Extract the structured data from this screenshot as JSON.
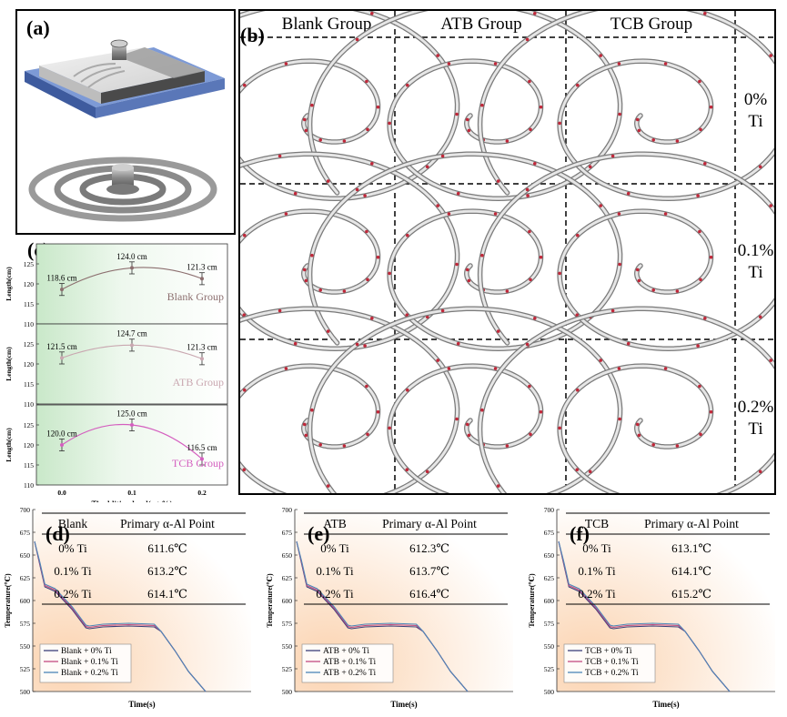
{
  "panels": {
    "a": {
      "label": "(a)"
    },
    "b": {
      "label": "(b)",
      "columns": [
        "Blank Group",
        "ATB Group",
        "TCB Group"
      ],
      "rows": [
        {
          "line1": "0%",
          "line2": "Ti"
        },
        {
          "line1": "0.1%",
          "line2": "Ti"
        },
        {
          "line1": "0.2%",
          "line2": "Ti"
        }
      ]
    },
    "c": {
      "label": "(c)"
    },
    "d": {
      "label": "(d)"
    },
    "e": {
      "label": "(e)"
    },
    "f": {
      "label": "(f)"
    }
  },
  "chart_data": [
    {
      "id": "c",
      "type": "line",
      "xlabel": "Ti addition level(wt.%)",
      "ylabel": "Length(cm)",
      "x": [
        0.0,
        0.1,
        0.2
      ],
      "x_tick_labels": [
        "0.0",
        "0.1",
        "0.2"
      ],
      "ylim": [
        110,
        130
      ],
      "y_ticks": [
        110,
        115,
        120,
        125
      ],
      "subplots": [
        {
          "name": "Blank Group",
          "color": "#8c6f6f",
          "values": [
            118.6,
            124.0,
            121.3
          ],
          "errors": [
            1.5,
            1.5,
            1.5
          ],
          "labels": [
            "118.6 cm",
            "124.0 cm",
            "121.3 cm"
          ]
        },
        {
          "name": "ATB Group",
          "color": "#c9a7b0",
          "values": [
            121.5,
            124.7,
            121.3
          ],
          "errors": [
            1.5,
            1.5,
            1.5
          ],
          "labels": [
            "121.5 cm",
            "124.7 cm",
            "121.3 cm"
          ]
        },
        {
          "name": "TCB Group",
          "color": "#d45fbf",
          "values": [
            120.0,
            125.0,
            116.5
          ],
          "errors": [
            1.5,
            1.5,
            1.5
          ],
          "labels": [
            "120.0 cm",
            "125.0 cm",
            "116.5 cm"
          ]
        }
      ]
    },
    {
      "id": "d",
      "type": "line",
      "xlabel": "Time(s)",
      "ylabel": "Temperature(℃)",
      "ylim": [
        500,
        700
      ],
      "y_ticks": [
        500,
        525,
        550,
        575,
        600,
        625,
        650,
        675,
        700
      ],
      "table": {
        "headers": [
          "Blank",
          "Primary α-Al Point"
        ],
        "rows": [
          [
            "0% Ti",
            "611.6℃"
          ],
          [
            "0.1% Ti",
            "613.2℃"
          ],
          [
            "0.2% Ti",
            "614.1℃"
          ]
        ]
      },
      "series": [
        {
          "name": "Blank + 0% Ti",
          "color": "#3a3f7a"
        },
        {
          "name": "Blank + 0.1% Ti",
          "color": "#c24a80"
        },
        {
          "name": "Blank + 0.2% Ti",
          "color": "#4a86b8"
        }
      ]
    },
    {
      "id": "e",
      "type": "line",
      "xlabel": "Time(s)",
      "ylabel": "Temperature(℃)",
      "ylim": [
        500,
        700
      ],
      "y_ticks": [
        500,
        525,
        550,
        575,
        600,
        625,
        650,
        675,
        700
      ],
      "table": {
        "headers": [
          "ATB",
          "Primary α-Al Point"
        ],
        "rows": [
          [
            "0% Ti",
            "612.3℃"
          ],
          [
            "0.1% Ti",
            "613.7℃"
          ],
          [
            "0.2% Ti",
            "616.4℃"
          ]
        ]
      },
      "series": [
        {
          "name": "ATB + 0% Ti",
          "color": "#3a3f7a"
        },
        {
          "name": "ATB + 0.1% Ti",
          "color": "#c24a80"
        },
        {
          "name": "ATB + 0.2% Ti",
          "color": "#4a86b8"
        }
      ]
    },
    {
      "id": "f",
      "type": "line",
      "xlabel": "Time(s)",
      "ylabel": "Temperature(℃)",
      "ylim": [
        500,
        700
      ],
      "y_ticks": [
        500,
        525,
        550,
        575,
        600,
        625,
        650,
        675,
        700
      ],
      "table": {
        "headers": [
          "TCB",
          "Primary α-Al Point"
        ],
        "rows": [
          [
            "0% Ti",
            "613.1℃"
          ],
          [
            "0.1% Ti",
            "614.1℃"
          ],
          [
            "0.2% Ti",
            "615.2℃"
          ]
        ]
      },
      "series": [
        {
          "name": "TCB + 0% Ti",
          "color": "#3a3f7a"
        },
        {
          "name": "TCB + 0.1% Ti",
          "color": "#c24a80"
        },
        {
          "name": "TCB + 0.2% Ti",
          "color": "#4a86b8"
        }
      ]
    }
  ]
}
